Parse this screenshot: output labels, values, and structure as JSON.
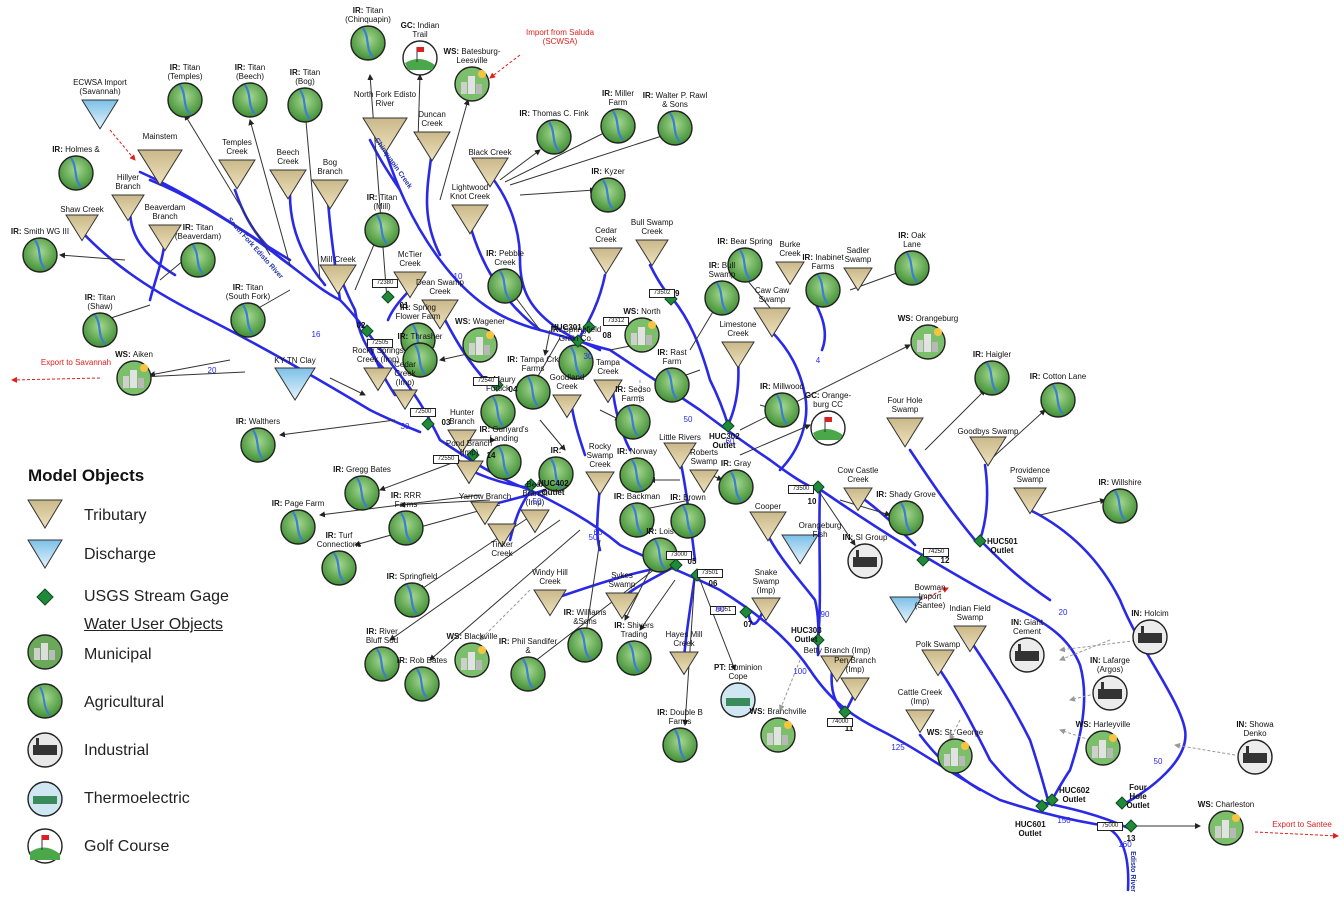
{
  "diagram": {
    "annotations": {
      "import_saluda": "Import from Saluda\n(SCWSA)",
      "export_savannah": "Export to Savannah",
      "export_santee": "Export to Santee",
      "river_south_fork": "South Fork Edisto River",
      "river_chinquapin": "Chinquapin Creek",
      "river_edisto": "Edisto River"
    },
    "tributaries": [
      {
        "label": "Mainstem"
      },
      {
        "label": "Temples\nCreek"
      },
      {
        "label": "Beech\nCreek"
      },
      {
        "label": "Bog\nBranch"
      },
      {
        "label": "North Fork Edisto\nRiver"
      },
      {
        "label": "Duncan\nCreek"
      },
      {
        "label": "Hillyer\nBranch"
      },
      {
        "label": "Shaw Creek"
      },
      {
        "label": "Beaverdam\nBranch"
      },
      {
        "label": "Black Creek"
      },
      {
        "label": "Lightwood\nKnot Creek"
      },
      {
        "label": "Mill Creek"
      },
      {
        "label": "McTier\nCreek"
      },
      {
        "label": "Cedar\nCreek"
      },
      {
        "label": "Bull Swamp\nCreek"
      },
      {
        "label": "Burke\nCreek"
      },
      {
        "label": "Sadler\nSwamp"
      },
      {
        "label": "Caw Caw\nSwamp"
      },
      {
        "label": "Dean Swamp\nCreek"
      },
      {
        "label": "Limestone\nCreek"
      },
      {
        "label": "Rocky Springs\nCreek (Imp)"
      },
      {
        "label": "Cedar\nCreek\n(Imp)"
      },
      {
        "label": "Goodland\nCreek"
      },
      {
        "label": "Tampa\nCreek"
      },
      {
        "label": "Hunter\nBranch"
      },
      {
        "label": "Little Rivers"
      },
      {
        "label": "Roberts\nSwamp"
      },
      {
        "label": "Rocky\nSwamp\nCreek"
      },
      {
        "label": "Pond Branch\n(Imp)"
      },
      {
        "label": "Yarrow Branch"
      },
      {
        "label": "Tinker\nCreek"
      },
      {
        "label": "Bear\nBranch\n(Imp)"
      },
      {
        "label": "Cow Castle\nCreek"
      },
      {
        "label": "Four Hole\nSwamp"
      },
      {
        "label": "Goodbys Swamp"
      },
      {
        "label": "Providence\nSwamp"
      },
      {
        "label": "Cooper"
      },
      {
        "label": "Windy Hill\nCreek"
      },
      {
        "label": "Sykes\nSwamp"
      },
      {
        "label": "Snake\nSwamp\n(Imp)"
      },
      {
        "label": "Hayes Mill\nCreek"
      },
      {
        "label": "Betty Branch (Imp)"
      },
      {
        "label": "Pen Branch\n(Imp)"
      },
      {
        "label": "Indian Field\nSwamp"
      },
      {
        "label": "Polk Swamp"
      },
      {
        "label": "Cattle Creek\n(Imp)"
      }
    ],
    "discharges": [
      {
        "label": "ECWSA Import\n(Savannah)"
      },
      {
        "label": "KY-TN Clay"
      },
      {
        "label": "Orangeburg\nFish"
      },
      {
        "label": "Bowman\nImport\n(Santee)"
      }
    ],
    "gages": [
      {
        "label": "01",
        "box": "72380"
      },
      {
        "label": "02",
        "box": "72505"
      },
      {
        "label": "03",
        "box": "72500"
      },
      {
        "label": "14",
        "box": "72550"
      },
      {
        "label": "04",
        "box": "72540"
      },
      {
        "label": "HUC301",
        "box": ""
      },
      {
        "label": "08",
        "box": "73312"
      },
      {
        "label": "09",
        "box": "73502"
      },
      {
        "label": "HUC302\nOutlet",
        "box": ""
      },
      {
        "label": "HUC402\nOutlet",
        "box": ""
      },
      {
        "label": "10",
        "box": "73500"
      },
      {
        "label": "05",
        "box": "73000"
      },
      {
        "label": "06",
        "box": "73501"
      },
      {
        "label": "07",
        "box": "73051"
      },
      {
        "label": "12",
        "box": "74250"
      },
      {
        "label": "HUC501\nOutlet",
        "box": ""
      },
      {
        "label": "HUC303\nOutlet",
        "box": ""
      },
      {
        "label": "11",
        "box": "74000"
      },
      {
        "label": "HUC601\nOutlet",
        "box": ""
      },
      {
        "label": "HUC602\nOutlet",
        "box": ""
      },
      {
        "label": "Four Hole\nOutlet",
        "box": ""
      },
      {
        "label": "13",
        "box": "75000"
      }
    ],
    "water_users": [
      {
        "prefix": "IR:",
        "name": "Titan\n(Chinquapin)",
        "type": "agricultural"
      },
      {
        "prefix": "GC:",
        "name": "Indian\nTrail",
        "type": "golf"
      },
      {
        "prefix": "WS:",
        "name": "Batesburg-\nLeesville",
        "type": "municipal"
      },
      {
        "prefix": "IR:",
        "name": "Titan\n(Temples)",
        "type": "agricultural"
      },
      {
        "prefix": "IR:",
        "name": "Titan\n(Beech)",
        "type": "agricultural"
      },
      {
        "prefix": "IR:",
        "name": "Titan\n(Bog)",
        "type": "agricultural"
      },
      {
        "prefix": "IR:",
        "name": "Thomas C. Fink",
        "type": "agricultural"
      },
      {
        "prefix": "IR:",
        "name": "Miller\nFarm",
        "type": "agricultural"
      },
      {
        "prefix": "IR:",
        "name": "Walter P. Rawl\n& Sons",
        "type": "agricultural"
      },
      {
        "prefix": "IR:",
        "name": "Holmes &",
        "type": "agricultural"
      },
      {
        "prefix": "IR:",
        "name": "Kyzer",
        "type": "agricultural"
      },
      {
        "prefix": "IR:",
        "name": "Smith WG III",
        "type": "agricultural"
      },
      {
        "prefix": "IR:",
        "name": "Titan\n(Beaverdam)",
        "type": "agricultural"
      },
      {
        "prefix": "IR:",
        "name": "Titan\n(Mill)",
        "type": "agricultural"
      },
      {
        "prefix": "IR:",
        "name": "Pebble\nCreek",
        "type": "agricultural"
      },
      {
        "prefix": "IR:",
        "name": "Bear Spring",
        "type": "agricultural"
      },
      {
        "prefix": "IR:",
        "name": "Inabinet\nFarms",
        "type": "agricultural"
      },
      {
        "prefix": "IR:",
        "name": "Oak\nLane",
        "type": "agricultural"
      },
      {
        "prefix": "IR:",
        "name": "Bull\nSwamp",
        "type": "agricultural"
      },
      {
        "prefix": "IR:",
        "name": "Titan\n(Shaw)",
        "type": "agricultural"
      },
      {
        "prefix": "IR:",
        "name": "Titan\n(South Fork)",
        "type": "agricultural"
      },
      {
        "prefix": "IR:",
        "name": "Spring\nFlower Farm",
        "type": "agricultural"
      },
      {
        "prefix": "WS:",
        "name": "Wagener",
        "type": "municipal"
      },
      {
        "prefix": "WS:",
        "name": "North",
        "type": "municipal"
      },
      {
        "prefix": "WS:",
        "name": "Orangeburg",
        "type": "municipal"
      },
      {
        "prefix": "WS:",
        "name": "Aiken",
        "type": "municipal"
      },
      {
        "prefix": "IR:",
        "name": "Springfield\nGrain Co.",
        "type": "agricultural"
      },
      {
        "prefix": "IR:",
        "name": "Thrasher",
        "type": "agricultural"
      },
      {
        "prefix": "IR:",
        "name": "Tampa Crk\nFarms",
        "type": "agricultural"
      },
      {
        "prefix": "IR:",
        "name": "Rast\nFarm",
        "type": "agricultural"
      },
      {
        "prefix": "IR:",
        "name": "Haigler",
        "type": "agricultural"
      },
      {
        "prefix": "IR:",
        "name": "Cotton Lane",
        "type": "agricultural"
      },
      {
        "prefix": "IR:",
        "name": "Maury\nFurtick",
        "type": "agricultural"
      },
      {
        "prefix": "IR:",
        "name": "Sedso\nFarms",
        "type": "agricultural"
      },
      {
        "prefix": "IR:",
        "name": "Millwood",
        "type": "agricultural"
      },
      {
        "prefix": "GC:",
        "name": "Orange-\nburg CC",
        "type": "golf"
      },
      {
        "prefix": "IR:",
        "name": "Walthers",
        "type": "agricultural"
      },
      {
        "prefix": "IR:",
        "name": "Gunyard's\nLanding",
        "type": "agricultural"
      },
      {
        "prefix": "IR:",
        "name": "",
        "type": "agricultural"
      },
      {
        "prefix": "IR:",
        "name": "Norway",
        "type": "agricultural"
      },
      {
        "prefix": "IR:",
        "name": "Gray",
        "type": "agricultural"
      },
      {
        "prefix": "IR:",
        "name": "Gregg Bates",
        "type": "agricultural"
      },
      {
        "prefix": "IR:",
        "name": "Shady Grove",
        "type": "agricultural"
      },
      {
        "prefix": "IR:",
        "name": "Page Farm",
        "type": "agricultural"
      },
      {
        "prefix": "IR:",
        "name": "RRR\nFarms",
        "type": "agricultural"
      },
      {
        "prefix": "IR:",
        "name": "Backman",
        "type": "agricultural"
      },
      {
        "prefix": "IR:",
        "name": "Brown",
        "type": "agricultural"
      },
      {
        "prefix": "IR:",
        "name": "Willshire",
        "type": "agricultural"
      },
      {
        "prefix": "IR:",
        "name": "Turf\nConnections",
        "type": "agricultural"
      },
      {
        "prefix": "IR:",
        "name": "Lois",
        "type": "agricultural"
      },
      {
        "prefix": "IN:",
        "name": "SI Group",
        "type": "industrial"
      },
      {
        "prefix": "IR:",
        "name": "Springfield",
        "type": "agricultural"
      },
      {
        "prefix": "IR:",
        "name": "River\nBluff Sod",
        "type": "agricultural"
      },
      {
        "prefix": "IR:",
        "name": "Rob Bates",
        "type": "agricultural"
      },
      {
        "prefix": "WS:",
        "name": "Blackville",
        "type": "municipal"
      },
      {
        "prefix": "IR:",
        "name": "Phil Sandifer\n&",
        "type": "agricultural"
      },
      {
        "prefix": "IR:",
        "name": "Williams\n&Sons",
        "type": "agricultural"
      },
      {
        "prefix": "IR:",
        "name": "Shivers\nTrading",
        "type": "agricultural"
      },
      {
        "prefix": "PT:",
        "name": "Dominion\nCope",
        "type": "thermoelectric"
      },
      {
        "prefix": "IR:",
        "name": "Double B\nFarms",
        "type": "agricultural"
      },
      {
        "prefix": "WS:",
        "name": "Branchville",
        "type": "municipal"
      },
      {
        "prefix": "WS:",
        "name": "St. George",
        "type": "municipal"
      },
      {
        "prefix": "IN:",
        "name": "Holcim",
        "type": "industrial"
      },
      {
        "prefix": "IN:",
        "name": "Giant\nCement",
        "type": "industrial"
      },
      {
        "prefix": "IN:",
        "name": "Lafarge\n(Argos)",
        "type": "industrial"
      },
      {
        "prefix": "WS:",
        "name": "Harleyville",
        "type": "municipal"
      },
      {
        "prefix": "IN:",
        "name": "Showa\nDenko",
        "type": "industrial"
      },
      {
        "prefix": "WS:",
        "name": "Charleston",
        "type": "municipal"
      }
    ],
    "river_miles": [
      "10",
      "16",
      "20",
      "30",
      "30",
      "50",
      "50",
      "50",
      "60",
      "60",
      "4",
      "80",
      "90",
      "100",
      "125",
      "150",
      "160",
      "20",
      "50"
    ]
  },
  "legend": {
    "title": "Model Objects",
    "tributary": "Tributary",
    "discharge": "Discharge",
    "gage": "USGS Stream Gage",
    "water_users_header": "Water User Objects",
    "municipal": "Municipal",
    "agricultural": "Agricultural",
    "industrial": "Industrial",
    "thermoelectric": "Thermoelectric",
    "golf": "Golf Course"
  },
  "colors": {
    "river": "#2a2ae6",
    "gage": "#1e8a3a",
    "tributary_fill": "#d6c59a",
    "discharge_fill": "#9fd3ee",
    "agri_fill": "#5aa84a",
    "import_export": "#e02020"
  }
}
